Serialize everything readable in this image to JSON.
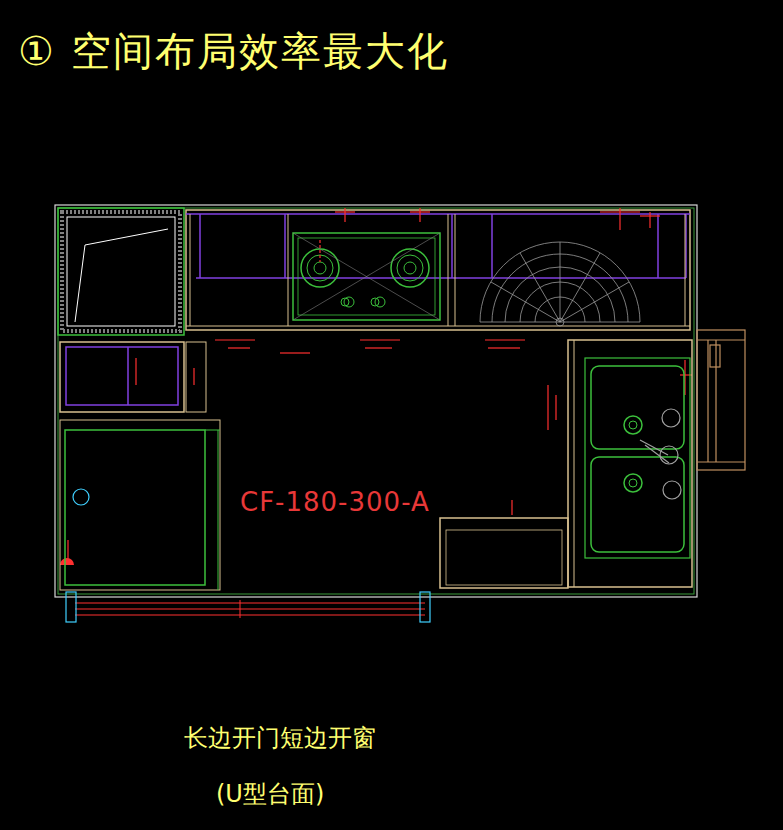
{
  "diagram": {
    "title": "① 空间布局效率最大化",
    "caption": "长边开门短边开窗",
    "nodes": [
      {
        "text": [
          "CF-180-300-A"
        ]
      }
    ],
    "labels": [
      "(U型台面)"
    ]
  }
}
